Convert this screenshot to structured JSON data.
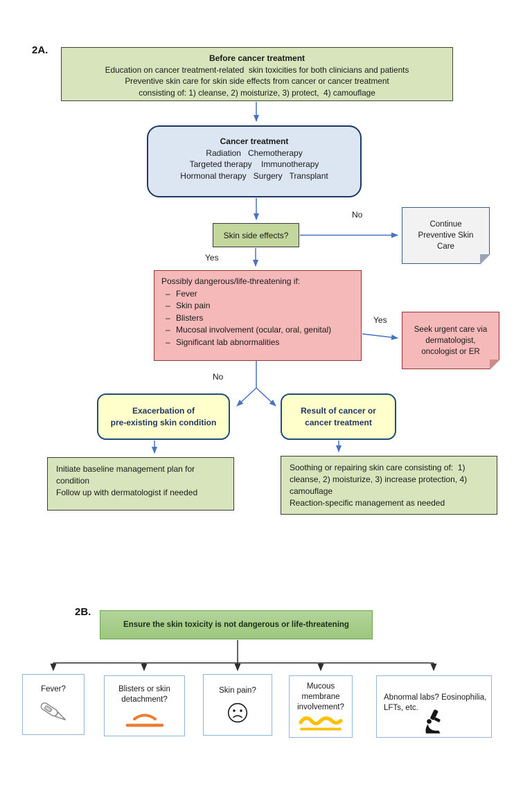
{
  "section_a": {
    "label": "2A.",
    "before_box": {
      "title": "Before cancer treatment",
      "lines": [
        "Education on cancer treatment-related  skin toxicities for both clinicians and patients",
        "Preventive skin care for skin side effects from cancer or cancer treatment",
        "consisting of: 1) cleanse, 2) moisturize, 3) protect,  4) camouflage"
      ]
    },
    "treatment_box": {
      "title": "Cancer treatment",
      "lines": [
        "Radiation   Chemotherapy",
        "Targeted therapy    Immunotherapy",
        "Hormonal therapy   Surgery   Transplant"
      ]
    },
    "skin_question": "Skin side effects?",
    "labels": {
      "no1": "No",
      "yes1": "Yes",
      "yes2": "Yes",
      "no2": "No"
    },
    "continue_note": "Continue Preventive Skin Care",
    "danger_box": {
      "title": "Possibly dangerous/life-threatening if:",
      "bullet": "–",
      "items": [
        "Fever",
        "Skin pain",
        "Blisters",
        "Mucosal involvement (ocular, oral, genital)",
        "Significant lab abnormalities"
      ]
    },
    "urgent_note": "Seek urgent care via dermatologist, oncologist or ER",
    "exacerbation_box": {
      "lines": [
        "Exacerbation of",
        "pre-existing skin condition"
      ]
    },
    "result_box": "Result of cancer or cancer treatment",
    "initiate_box": {
      "lines": [
        "Initiate baseline management plan for condition",
        "Follow up with dermatologist if needed"
      ]
    },
    "soothing_box": {
      "lines": [
        "Soothing or repairing skin care consisting of:  1) cleanse, 2) moisturize, 3) increase protection, 4) camouflage",
        "Reaction-specific management as needed"
      ]
    }
  },
  "section_b": {
    "label": "2B.",
    "header": "Ensure the skin toxicity is not dangerous or life-threatening",
    "checks": [
      {
        "label": "Fever?",
        "icon": "thermometer-icon"
      },
      {
        "label": "Blisters or skin detachment?",
        "icon": "blister-icon"
      },
      {
        "label": "Skin pain?",
        "icon": "sad-face-icon"
      },
      {
        "label": "Mucous membrane involvement?",
        "icon": "mucous-membrane-icon"
      },
      {
        "label": "Abnormal labs? Eosinophilia, LFTs, etc.",
        "icon": "microscope-icon"
      }
    ]
  },
  "colors": {
    "green_fill": "#d8e4bc",
    "question_green_fill": "#c3d69b",
    "blue_fill": "#dce6f2",
    "blue_border": "#1f3864",
    "note_gray_fill": "#f2f2f2",
    "note_blue_border": "#385d8a",
    "pink_fill": "#f5b9b9",
    "pink_border": "#943634",
    "yellow_fill": "#ffffcc",
    "yellow_border": "#1f4e79",
    "header_green_fill": "#a6cd8a",
    "header_green_border": "#70a053",
    "check_box_border": "#95b3d7",
    "arrow_blue": "#4472c4",
    "arrow_dark": "#2f2f2f",
    "icon_orange": "#ed7d31",
    "icon_yellow": "#ffc000"
  }
}
